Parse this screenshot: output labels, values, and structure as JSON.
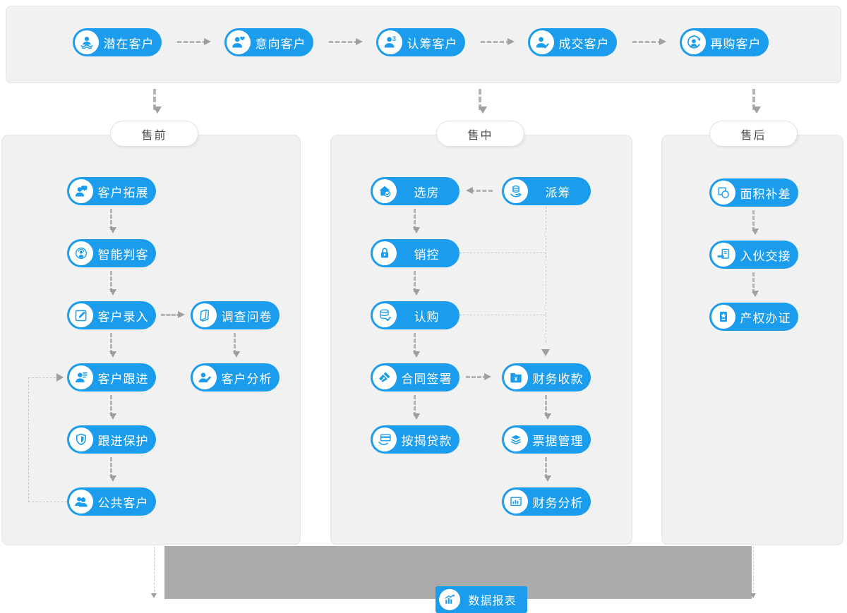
{
  "top_bar": {
    "stages": [
      {
        "label": "潜在客户",
        "icon": "person-wave-icon"
      },
      {
        "label": "意向客户",
        "icon": "person-heart-icon"
      },
      {
        "label": "认筹客户",
        "icon": "person-number3-icon"
      },
      {
        "label": "成交客户",
        "icon": "person-check-icon"
      },
      {
        "label": "再购客户",
        "icon": "person-refresh-icon"
      }
    ]
  },
  "sections": {
    "pre_sale": {
      "tab": "售前",
      "nodes": [
        {
          "label": "客户拓展",
          "icon": "person-chat-icon"
        },
        {
          "label": "智能判客",
          "icon": "smart-detect-icon"
        },
        {
          "label": "客户录入",
          "icon": "edit-square-icon"
        },
        {
          "label": "调查问卷",
          "icon": "survey-book-icon"
        },
        {
          "label": "客户跟进",
          "icon": "person-list-icon"
        },
        {
          "label": "客户分析",
          "icon": "person-pencil-icon"
        },
        {
          "label": "跟进保护",
          "icon": "shield-icon"
        },
        {
          "label": "公共客户",
          "icon": "people-icon"
        }
      ]
    },
    "in_sale": {
      "tab": "售中",
      "nodes": [
        {
          "label": "选房",
          "icon": "house-check-icon"
        },
        {
          "label": "派筹",
          "icon": "chips-hand-icon"
        },
        {
          "label": "销控",
          "icon": "lock-icon"
        },
        {
          "label": "认购",
          "icon": "database-check-icon"
        },
        {
          "label": "合同签署",
          "icon": "pen-nib-icon"
        },
        {
          "label": "财务收款",
          "icon": "folder-yen-icon"
        },
        {
          "label": "按揭贷款",
          "icon": "card-hand-icon"
        },
        {
          "label": "票据管理",
          "icon": "sheets-stack-icon"
        },
        {
          "label": "财务分析",
          "icon": "chart-box-icon"
        }
      ]
    },
    "after_sale": {
      "tab": "售后",
      "nodes": [
        {
          "label": "面积补差",
          "icon": "area-diff-icon"
        },
        {
          "label": "入伙交接",
          "icon": "handover-doc-icon"
        },
        {
          "label": "产权办证",
          "icon": "certificate-icon"
        }
      ]
    }
  },
  "footer": {
    "report": {
      "label": "数据报表",
      "icon": "report-chart-icon"
    }
  },
  "colors": {
    "accent": "#1b9ced",
    "panel_bg": "#f1f1f2",
    "gray_bar": "#ababab",
    "arrow_head": "#9f9f9f",
    "dash": "#b5b5b5"
  }
}
